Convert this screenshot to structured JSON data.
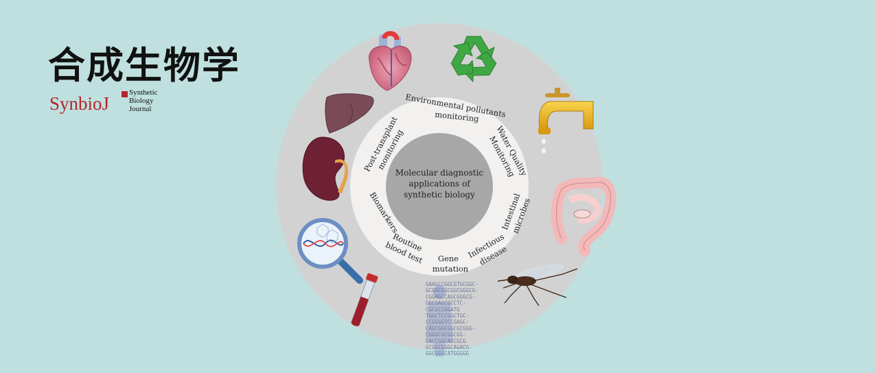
{
  "logo": {
    "cn_title": "合成生物学",
    "en_title": "SynbioJ",
    "sub_lines": [
      "Synthetic",
      "Biology",
      "Journal"
    ]
  },
  "diagram": {
    "center_lines": [
      "Molecular diagnostic",
      "applications of",
      "synthetic biology"
    ],
    "segments": [
      {
        "id": "environmental",
        "lines": [
          "Environmental pollutants",
          "monitoring"
        ]
      },
      {
        "id": "water",
        "lines": [
          "Water Quality",
          "Monitoring"
        ]
      },
      {
        "id": "intestinal",
        "lines": [
          "Intestinal",
          "microbes"
        ]
      },
      {
        "id": "infectious",
        "lines": [
          "Infectious",
          "disease"
        ]
      },
      {
        "id": "gene",
        "lines": [
          "Gene",
          "mutation"
        ]
      },
      {
        "id": "routine",
        "lines": [
          "Routine",
          "blood test"
        ]
      },
      {
        "id": "biomarkers",
        "lines": [
          "Biomarkers"
        ]
      },
      {
        "id": "post",
        "lines": [
          "Post-transplant",
          "monitoring"
        ]
      }
    ],
    "dna_text": [
      "GAAGCCGGCGTGCGGC-",
      "GCGGCCGCGGCGGGCG-",
      "CGGAGCCAGCGGGCG-",
      "GGCGAGCGCCTC-",
      "CGCGCCGGATG",
      "TGGCTCCGGCTGC-",
      "CCGGGGTCCGAGC-",
      "CAGCGGCGGCGCGGG-",
      "CGGGCGCGGCGG-",
      "CACCGGCACCGCG",
      "GCGGCGGGCAGACG-",
      "GGCGGGCATGGGGG"
    ],
    "colors": {
      "outer_ring": "#d2d2d2",
      "inner_ring": "#f2f1f0",
      "center": "#a7a7a8",
      "background": "#bfe0df"
    }
  }
}
